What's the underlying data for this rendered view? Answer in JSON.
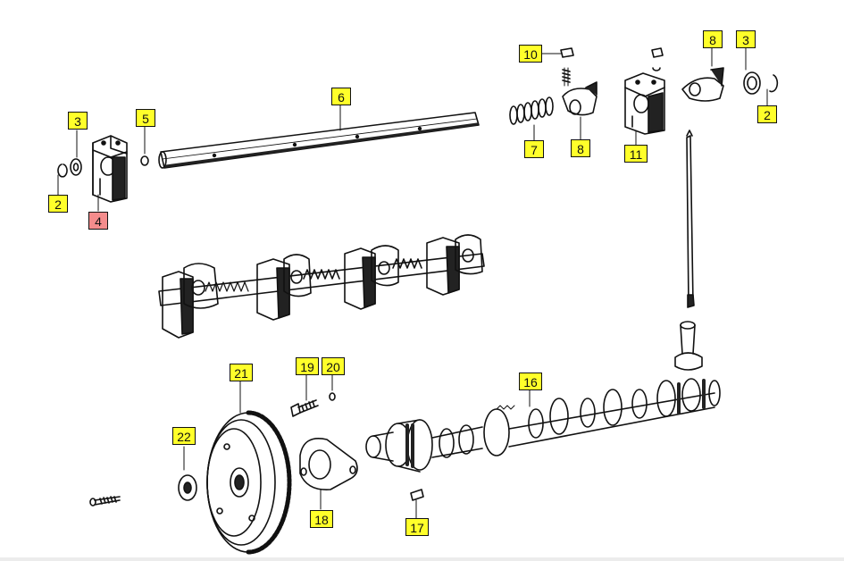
{
  "diagram": {
    "colors": {
      "callout_bg": "#ffff2a",
      "callout_selected_bg": "#f48c8c",
      "ink": "#111111",
      "shade": "#222222"
    },
    "callouts": [
      {
        "id": "c3a",
        "label": "3"
      },
      {
        "id": "c2a",
        "label": "2"
      },
      {
        "id": "c4",
        "label": "4",
        "selected": true
      },
      {
        "id": "c5",
        "label": "5"
      },
      {
        "id": "c6",
        "label": "6"
      },
      {
        "id": "c10",
        "label": "10"
      },
      {
        "id": "c7",
        "label": "7"
      },
      {
        "id": "c8a",
        "label": "8"
      },
      {
        "id": "c11",
        "label": "11"
      },
      {
        "id": "c8b",
        "label": "8"
      },
      {
        "id": "c3b",
        "label": "3"
      },
      {
        "id": "c2b",
        "label": "2"
      },
      {
        "id": "c21",
        "label": "21"
      },
      {
        "id": "c19",
        "label": "19"
      },
      {
        "id": "c20",
        "label": "20"
      },
      {
        "id": "c16",
        "label": "16"
      },
      {
        "id": "c22",
        "label": "22"
      },
      {
        "id": "c18",
        "label": "18"
      },
      {
        "id": "c17",
        "label": "17"
      }
    ]
  }
}
